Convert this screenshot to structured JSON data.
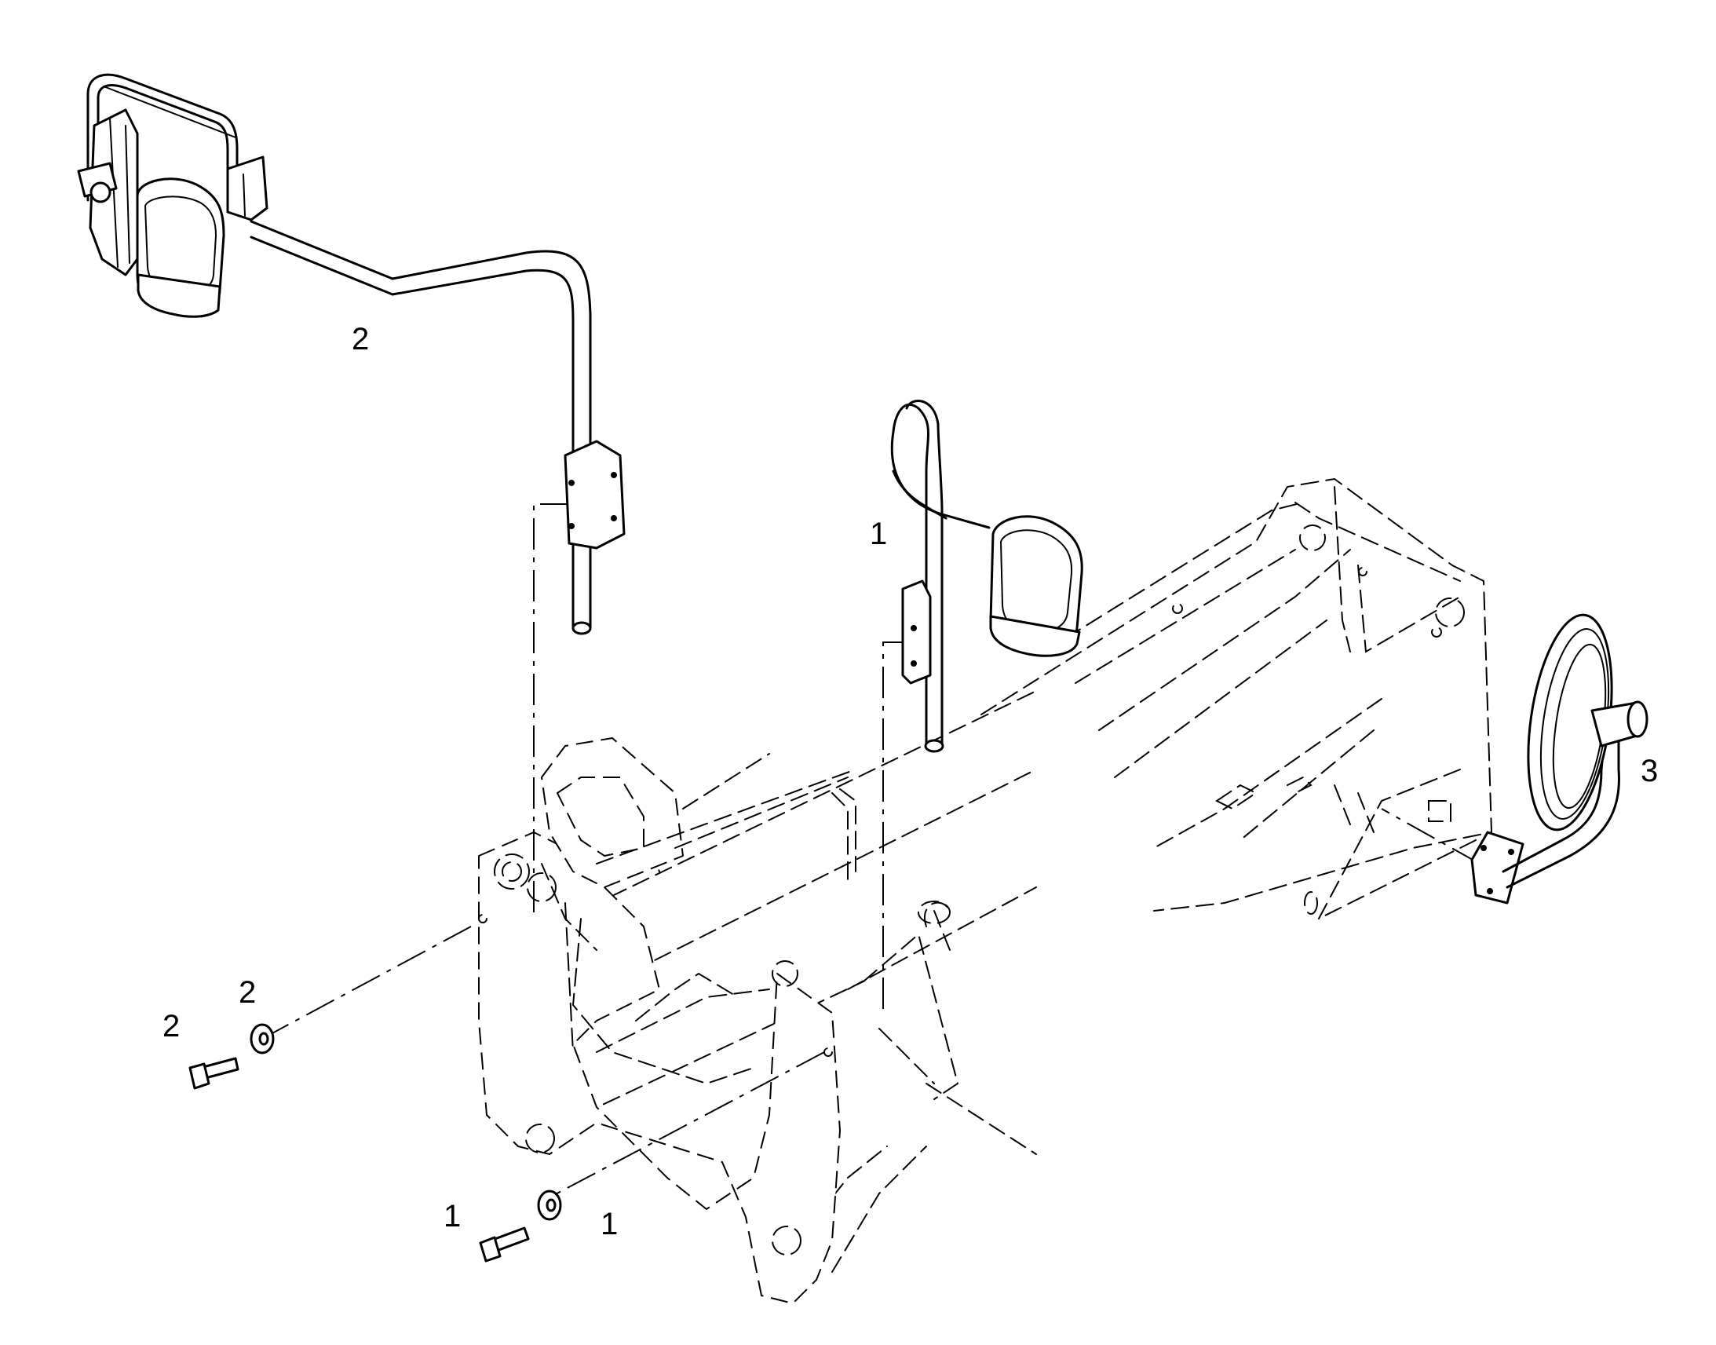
{
  "callouts": {
    "mirror_left_arm": "2",
    "mirror_right_arm": "1",
    "round_mirror": "3",
    "washer_left": "2",
    "bolt_left": "2",
    "bolt_bottom": "1",
    "washer_bottom": "1"
  }
}
